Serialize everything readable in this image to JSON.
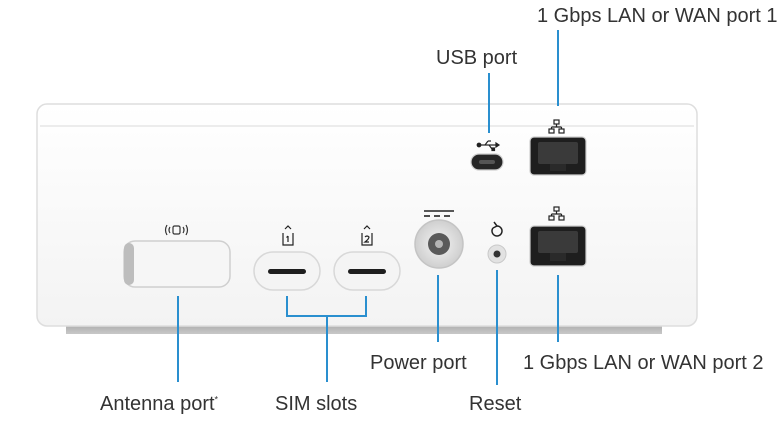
{
  "labels": {
    "lan_wan_1": "1 Gbps LAN or WAN port 1",
    "usb": "USB port",
    "power": "Power port",
    "lan_wan_2": "1 Gbps LAN or WAN port 2",
    "antenna": "Antenna port",
    "antenna_mark": "*",
    "sim": "SIM slots",
    "reset": "Reset"
  },
  "colors": {
    "callout": "#2a8fcf",
    "device_body": "#fbfbfb",
    "device_edge": "#dcdcdc",
    "port_black": "#1e1e1e"
  },
  "icons": {
    "antenna": "antenna-icon",
    "sim1": "sim-1-icon",
    "sim2": "sim-2-icon",
    "power": "dc-power-icon",
    "reset": "reset-icon",
    "usb": "usb-icon",
    "lan1": "network-icon",
    "lan2": "network-icon"
  }
}
